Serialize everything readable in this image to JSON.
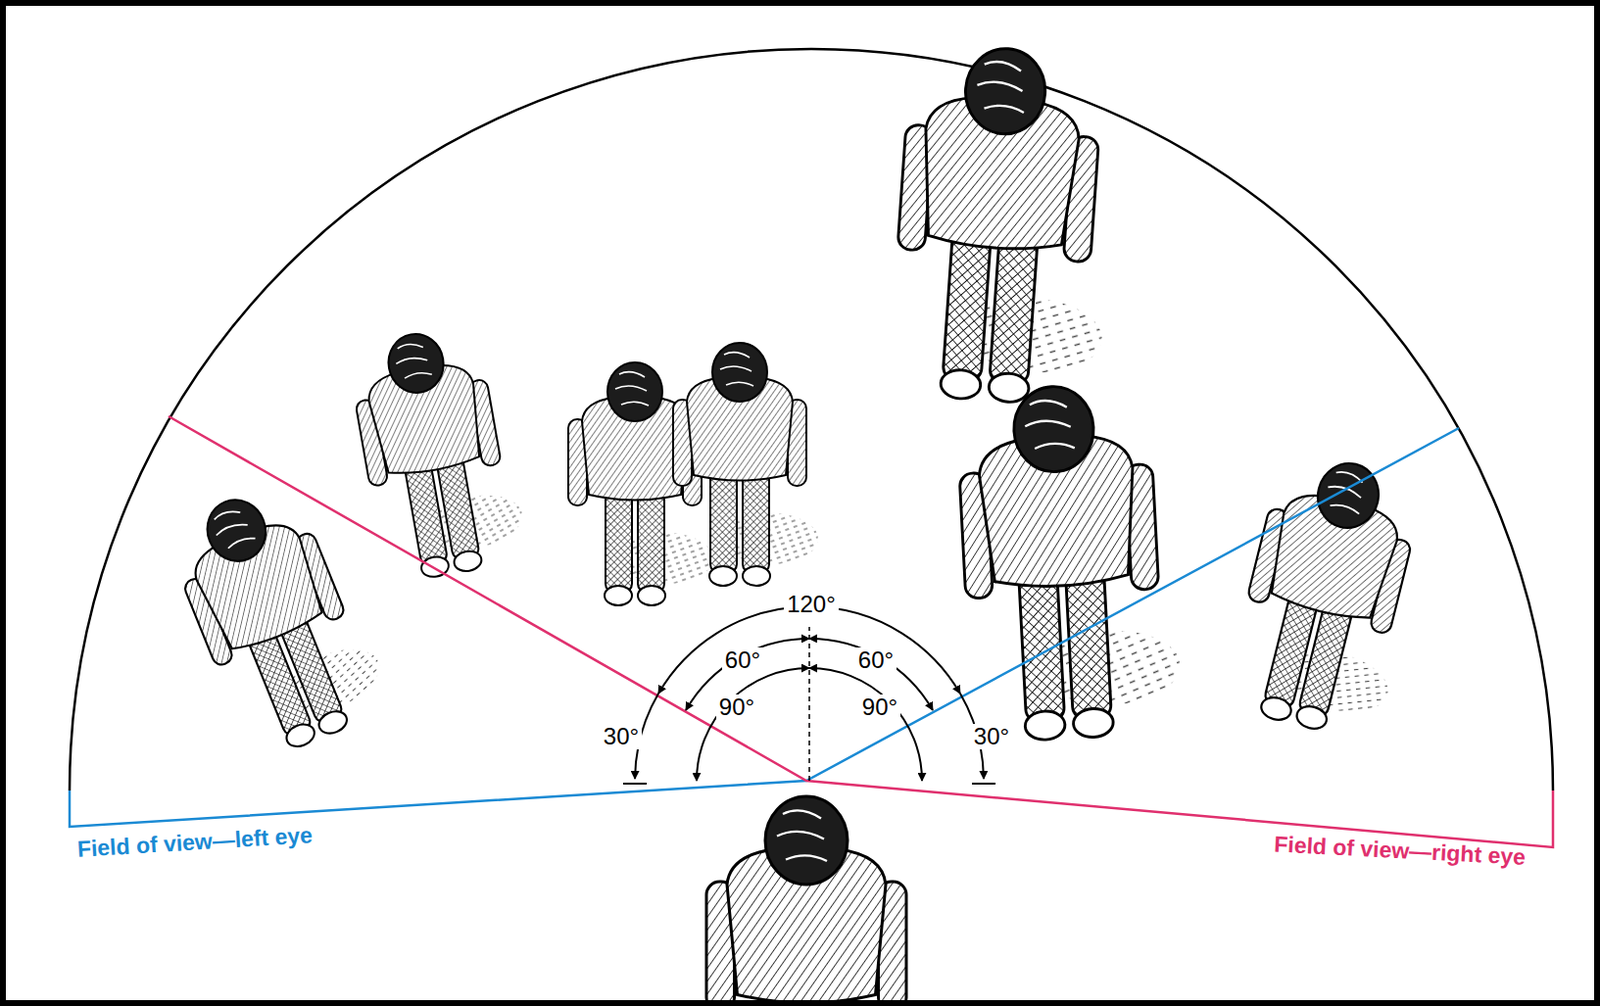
{
  "diagram": {
    "labels": [
      "120°",
      "60°",
      "60°",
      "90°",
      "90°",
      "30°",
      "30°",
      "Field of view—left eye",
      "Field of view—right eye"
    ]
  }
}
